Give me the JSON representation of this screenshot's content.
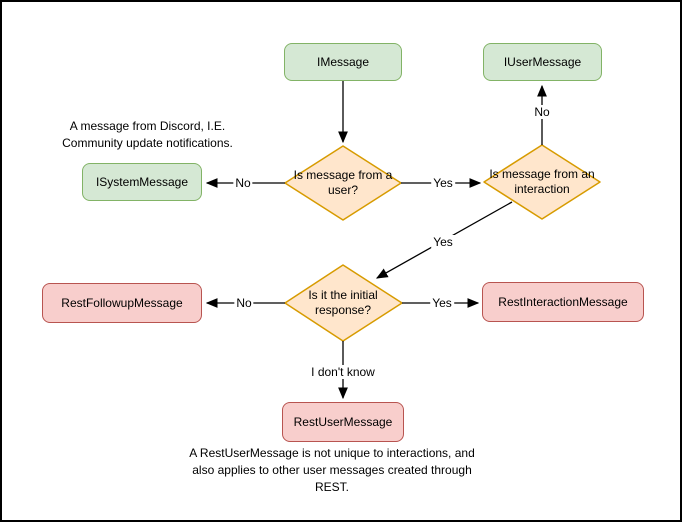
{
  "diagram": {
    "nodes": {
      "imessage": {
        "label": "IMessage",
        "kind": "class-green"
      },
      "iusermessage": {
        "label": "IUserMessage",
        "kind": "class-green"
      },
      "isystemmessage": {
        "label": "ISystemMessage",
        "kind": "class-green"
      },
      "q_from_user": {
        "label": "Is message from a user?",
        "kind": "decision"
      },
      "q_from_interaction": {
        "label": "Is message from an interaction",
        "kind": "decision"
      },
      "q_initial_response": {
        "label": "Is it the initial response?",
        "kind": "decision"
      },
      "restfollowupmessage": {
        "label": "RestFollowupMessage",
        "kind": "class-red"
      },
      "restinteractionmessage": {
        "label": "RestInteractionMessage",
        "kind": "class-red"
      },
      "restusermessage": {
        "label": "RestUserMessage",
        "kind": "class-red"
      }
    },
    "edge_labels": {
      "no_to_systemmessage": "No",
      "yes_to_interaction_question": "Yes",
      "no_to_usermessage": "No",
      "yes_to_initial_question": "Yes",
      "no_to_followupmessage": "No",
      "yes_to_interactionmessage": "Yes",
      "idk_to_restusermessage": "I don't know"
    },
    "notes": {
      "system_note": "A message from Discord, I.E. Community update notifications.",
      "restuser_note": "A RestUserMessage is not unique to interactions, and also applies to other user messages created through REST."
    },
    "colors": {
      "green_fill": "#d5e8d4",
      "green_stroke": "#82b366",
      "orange_fill": "#ffe6cc",
      "orange_stroke": "#d79b00",
      "red_fill": "#f8cecc",
      "red_stroke": "#b85450",
      "arrow": "#000000",
      "canvas_border": "#000000",
      "background": "#ffffff"
    }
  }
}
